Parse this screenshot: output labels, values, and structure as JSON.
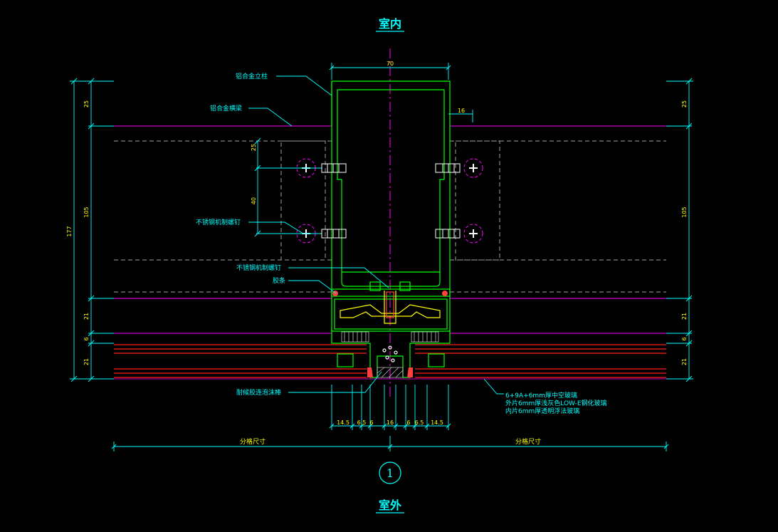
{
  "titles": {
    "indoor": "室内",
    "outdoor": "室外",
    "detail_number": "1"
  },
  "labels": {
    "mullion": "铝合金立柱",
    "transom": "铝合金横梁",
    "screw_1": "不锈钢机制螺钉",
    "screw_2": "不锈钢机制螺钉",
    "gasket": "胶条",
    "sealant": "耐候胶连泡沫棒",
    "glass_1": "6+9A+6mm厚中空玻璃",
    "glass_2": "外片6mm厚浅灰色LOW-E钢化玻璃",
    "glass_3": "内片6mm厚透明浮法玻璃"
  },
  "dimensions": {
    "top_width": "70",
    "gap": "16",
    "inner_25": "25",
    "inner_40": "40",
    "left_total": "177",
    "left_25": "25",
    "left_105": "105",
    "left_21a": "21",
    "left_6": "6",
    "left_21b": "21",
    "right_25": "25",
    "right_105": "105",
    "right_21a": "21",
    "right_6": "6",
    "right_21b": "21",
    "bottom": [
      "14.5",
      "6.5",
      "6",
      "16",
      "6",
      "6.5",
      "14.5"
    ],
    "grid_left": "分格尺寸",
    "grid_right": "分格尺寸"
  },
  "colors": {
    "background": "#000000",
    "cyan": "#00ffff",
    "green": "#00ff00",
    "magenta": "#ff00ff",
    "yellow": "#ffff00",
    "red": "#ff0000",
    "white": "#ffffff"
  }
}
